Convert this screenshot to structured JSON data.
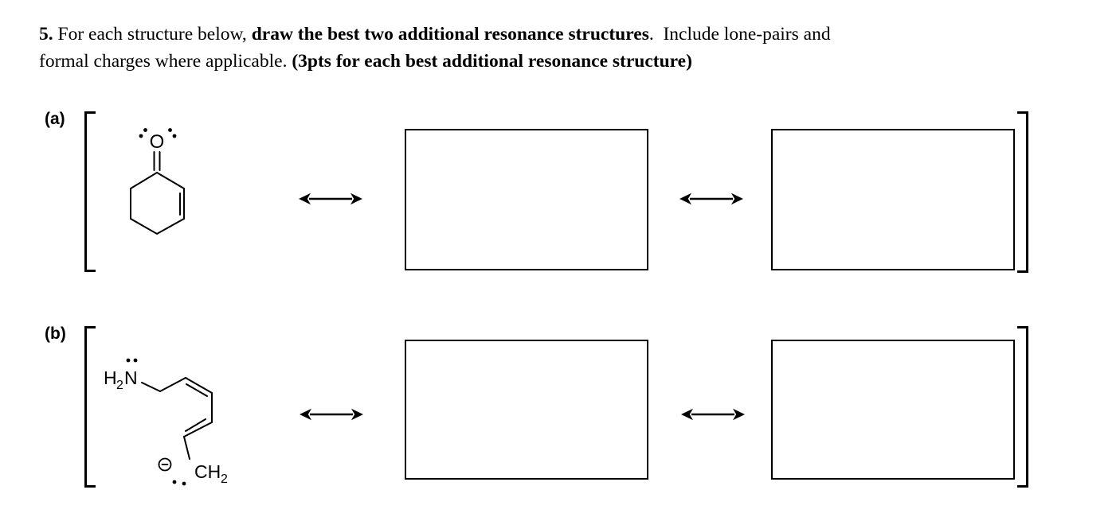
{
  "question": {
    "number_bold": "5.",
    "intro_regular": " For each structure below, ",
    "line1_bold": "draw the best two additional resonance structures",
    "line1_tail_regular": ".  Include lone-pairs and",
    "line2_regular": "formal charges where applicable. ",
    "line2_bold": "(3pts for each best additional resonance structure)"
  },
  "row_a": {
    "label": "(a)",
    "molecule": "2-cyclohexen-1-one with carbonyl lone pairs",
    "atoms": {
      "oxygen": "O"
    }
  },
  "row_b": {
    "label": "(b)",
    "molecule": "amino-pentadienyl carbanion with lone pairs and negative charge",
    "atoms": {
      "amine_h": "H",
      "amine_sub": "2",
      "amine_n": "N",
      "carbanion_main": "CH",
      "carbanion_sub": "2"
    }
  },
  "colors": {
    "ink": "#000000",
    "background": "#ffffff"
  }
}
